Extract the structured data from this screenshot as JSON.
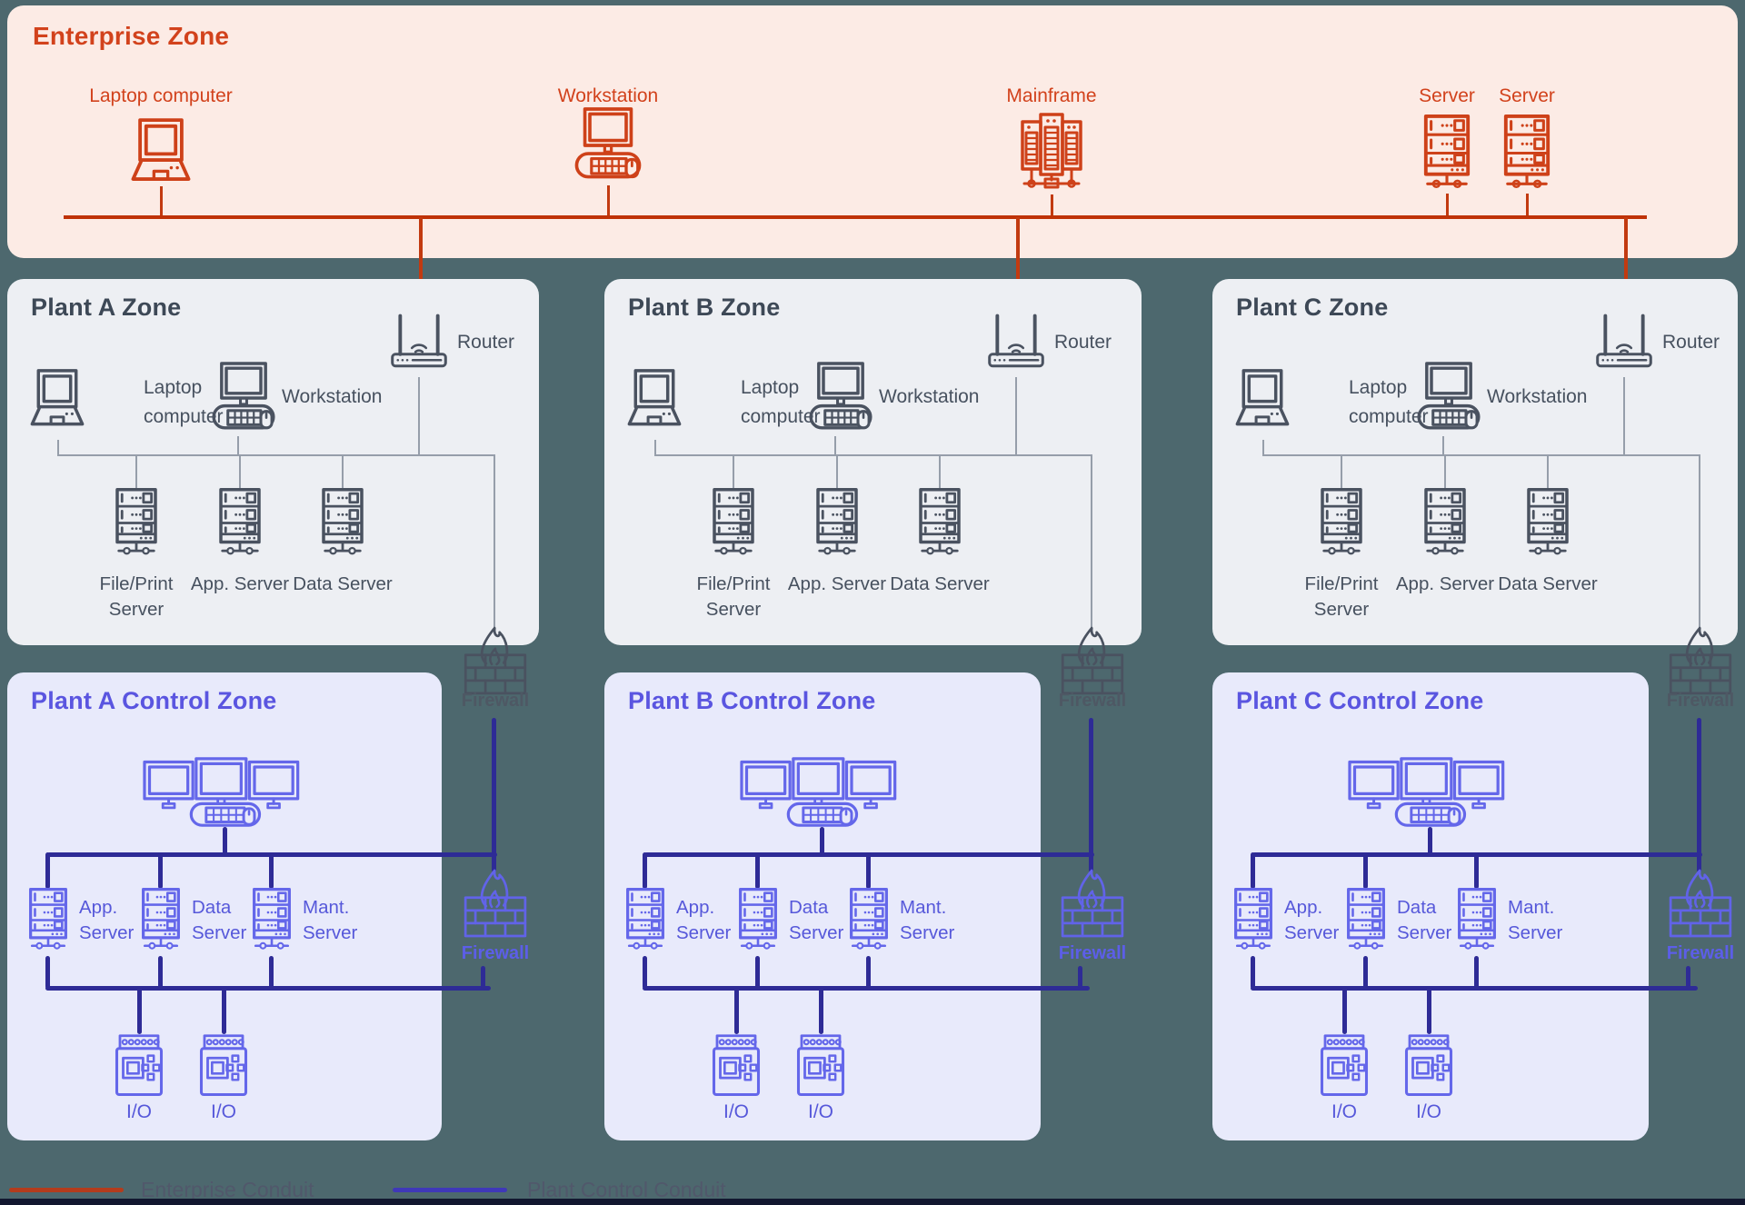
{
  "enterprise_zone": {
    "title": "Enterprise Zone",
    "devices": [
      {
        "label": "Laptop computer",
        "icon": "laptop"
      },
      {
        "label": "Workstation",
        "icon": "workstation"
      },
      {
        "label": "Mainframe",
        "icon": "mainframe"
      },
      {
        "label": "Server",
        "icon": "server"
      },
      {
        "label": "Server",
        "icon": "server"
      }
    ]
  },
  "plant_zones": [
    {
      "title": "Plant A Zone",
      "router_label": "Router",
      "laptop_label": "Laptop computer",
      "workstation_label": "Workstation",
      "servers": [
        "File/Print Server",
        "App. Server",
        "Data Server"
      ],
      "firewall_label": "Firewall"
    },
    {
      "title": "Plant B Zone",
      "router_label": "Router",
      "laptop_label": "Laptop computer",
      "workstation_label": "Workstation",
      "servers": [
        "File/Print Server",
        "App. Server",
        "Data Server"
      ],
      "firewall_label": "Firewall"
    },
    {
      "title": "Plant C Zone",
      "router_label": "Router",
      "laptop_label": "Laptop computer",
      "workstation_label": "Workstation",
      "servers": [
        "File/Print Server",
        "App. Server",
        "Data Server"
      ],
      "firewall_label": "Firewall"
    }
  ],
  "control_zones": [
    {
      "title": "Plant A Control Zone",
      "servers": [
        "App. Server",
        "Data Server",
        "Mant. Server"
      ],
      "io": [
        "I/O",
        "I/O"
      ],
      "firewall_label": "Firewall"
    },
    {
      "title": "Plant B Control Zone",
      "servers": [
        "App. Server",
        "Data Server",
        "Mant. Server"
      ],
      "io": [
        "I/O",
        "I/O"
      ],
      "firewall_label": "Firewall"
    },
    {
      "title": "Plant C Control Zone",
      "servers": [
        "App. Server",
        "Data Server",
        "Mant. Server"
      ],
      "io": [
        "I/O",
        "I/O"
      ],
      "firewall_label": "Firewall"
    }
  ],
  "legend": {
    "enterprise_conduit": "Enterprise Conduit",
    "plant_control_conduit": "Plant Control Conduit"
  },
  "colors": {
    "background": "#4d686e",
    "enterprise_panel": "#fcebe5",
    "enterprise_accent": "#d2421c",
    "enterprise_conduit": "#bf3206",
    "plant_panel": "#edeff3",
    "plant_accent": "#3d4856",
    "control_panel": "#e8eafb",
    "control_accent": "#5a55e0",
    "plant_control_conduit": "#2e2b96"
  }
}
